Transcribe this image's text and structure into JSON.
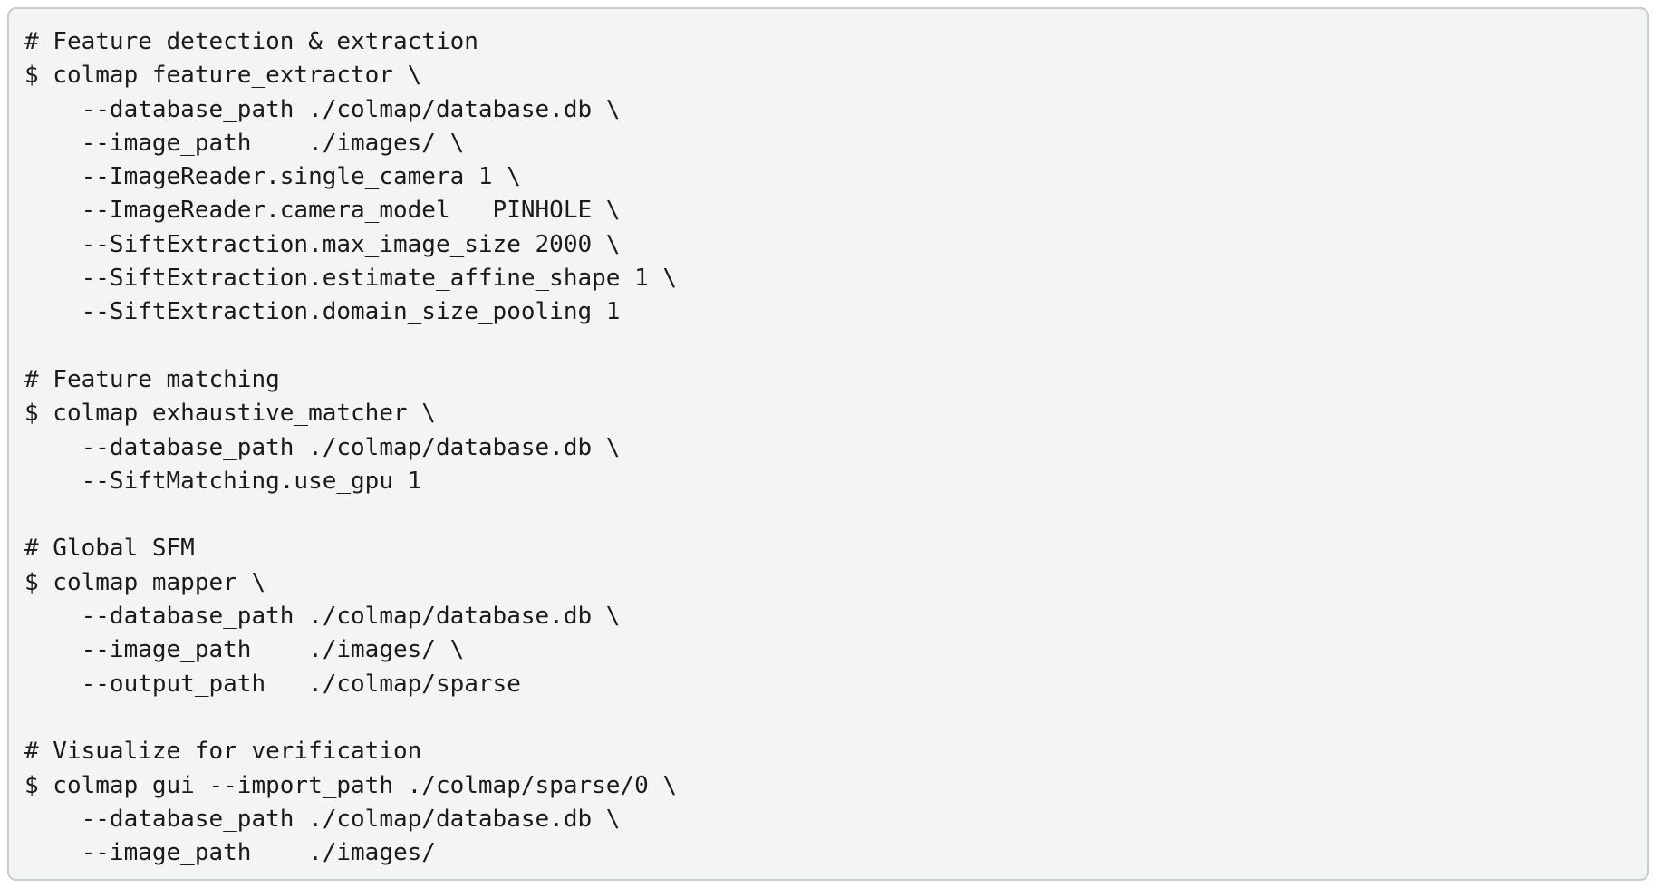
{
  "theme": {
    "page_bg": "#ffffff",
    "card_bg": "#f3f4f4",
    "card_border": "#c9cccc",
    "code_text": "#1a1a1a"
  },
  "code_card": {
    "language": "shell",
    "lines": [
      "# Feature detection & extraction",
      "$ colmap feature_extractor \\",
      "    --database_path ./colmap/database.db \\",
      "    --image_path    ./images/ \\",
      "    --ImageReader.single_camera 1 \\",
      "    --ImageReader.camera_model   PINHOLE \\",
      "    --SiftExtraction.max_image_size 2000 \\",
      "    --SiftExtraction.estimate_affine_shape 1 \\",
      "    --SiftExtraction.domain_size_pooling 1",
      "",
      "# Feature matching",
      "$ colmap exhaustive_matcher \\",
      "    --database_path ./colmap/database.db \\",
      "    --SiftMatching.use_gpu 1",
      "",
      "# Global SFM",
      "$ colmap mapper \\",
      "    --database_path ./colmap/database.db \\",
      "    --image_path    ./images/ \\",
      "    --output_path   ./colmap/sparse",
      "",
      "# Visualize for verification",
      "$ colmap gui --import_path ./colmap/sparse/0 \\",
      "    --database_path ./colmap/database.db \\",
      "    --image_path    ./images/"
    ]
  }
}
